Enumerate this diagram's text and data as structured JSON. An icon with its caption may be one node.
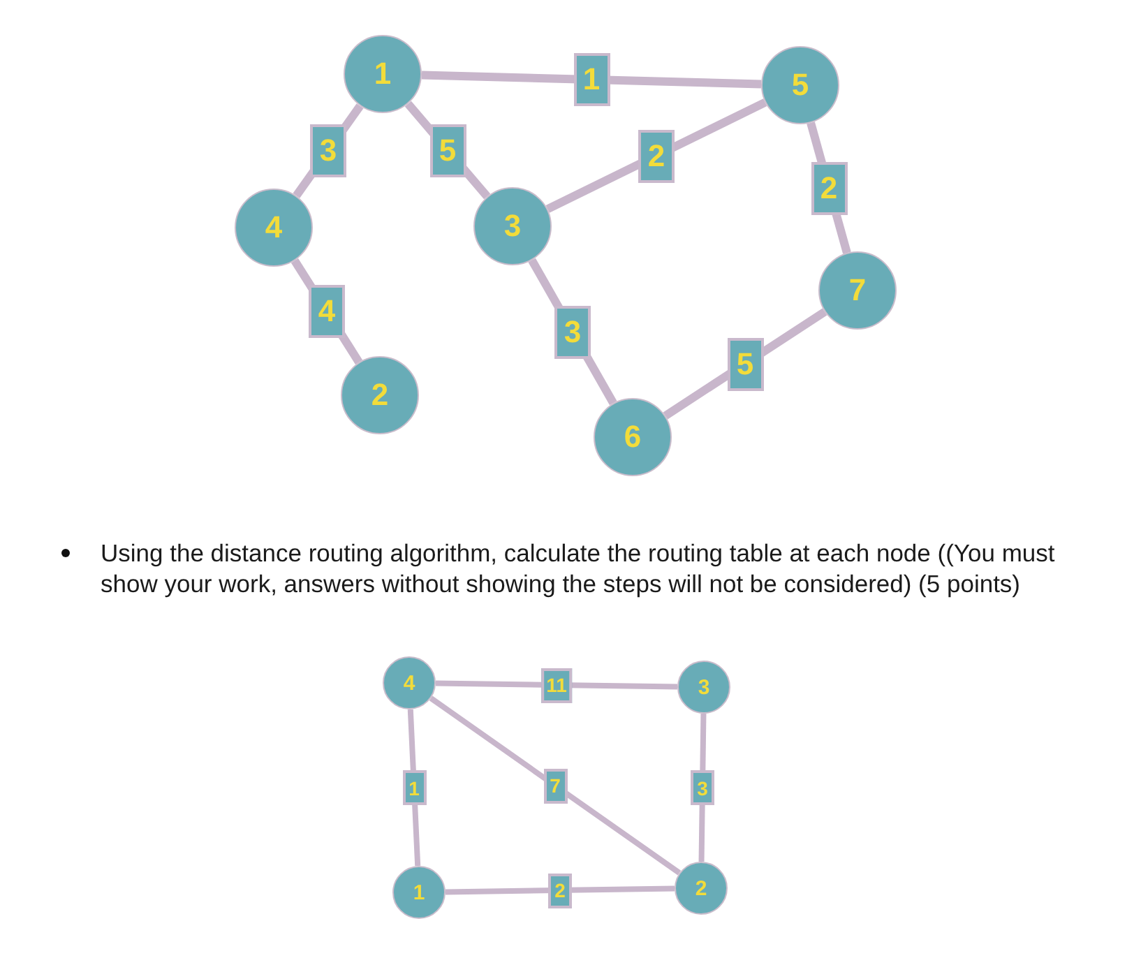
{
  "diagram": {
    "nodes": [
      {
        "text": [
          "1"
        ]
      },
      {
        "text": [
          "5"
        ]
      },
      {
        "text": [
          "4"
        ]
      },
      {
        "text": [
          "3"
        ]
      },
      {
        "text": [
          "7"
        ]
      },
      {
        "text": [
          "2"
        ]
      },
      {
        "text": [
          "6"
        ]
      },
      {
        "text": [
          "4"
        ]
      },
      {
        "text": [
          "3"
        ]
      },
      {
        "text": [
          "1"
        ]
      },
      {
        "text": [
          "2"
        ]
      }
    ],
    "edges": [
      {
        "from": 0,
        "to": 1,
        "arrow": "none",
        "label": "1"
      },
      {
        "from": 0,
        "to": 2,
        "arrow": "none",
        "label": "3"
      },
      {
        "from": 0,
        "to": 3,
        "arrow": "none",
        "label": "5"
      },
      {
        "from": 1,
        "to": 3,
        "arrow": "none",
        "label": "2"
      },
      {
        "from": 1,
        "to": 4,
        "arrow": "none",
        "label": "2"
      },
      {
        "from": 2,
        "to": 5,
        "arrow": "none",
        "label": "4"
      },
      {
        "from": 3,
        "to": 6,
        "arrow": "none",
        "label": "3"
      },
      {
        "from": 4,
        "to": 6,
        "arrow": "none",
        "label": "5"
      },
      {
        "from": 7,
        "to": 8,
        "arrow": "none",
        "label": "11"
      },
      {
        "from": 7,
        "to": 9,
        "arrow": "none",
        "label": "1"
      },
      {
        "from": 7,
        "to": 10,
        "arrow": "none",
        "label": "7"
      },
      {
        "from": 8,
        "to": 10,
        "arrow": "none",
        "label": "3"
      },
      {
        "from": 9,
        "to": 10,
        "arrow": "none",
        "label": "2"
      }
    ],
    "labels": [
      "Using the distance routing algorithm, calculate the routing table at each node ((You must show your work, answers without showing the steps will not be considered) (5 points)"
    ]
  }
}
